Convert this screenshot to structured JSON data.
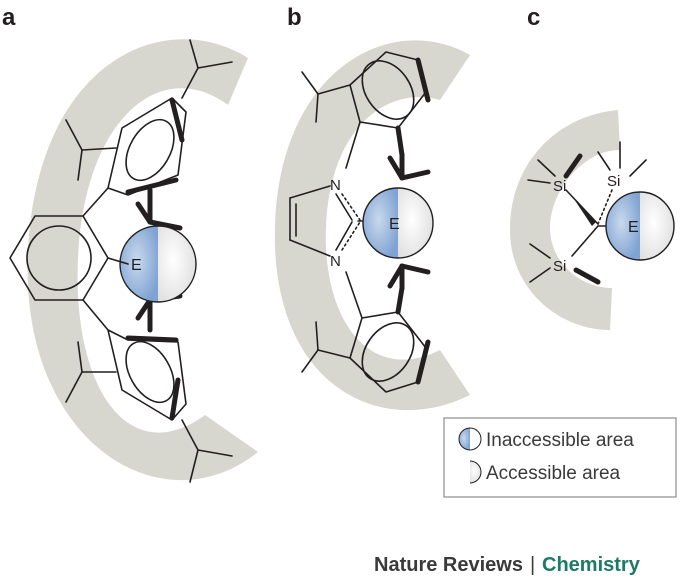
{
  "panels": {
    "a": {
      "letter": "a",
      "element_label": "E"
    },
    "b": {
      "element_label": "E",
      "nitrogen_top": "N",
      "nitrogen_bottom": "N",
      "letter": "b"
    },
    "c": {
      "letter": "c",
      "element_label": "E",
      "silicon_1": "Si",
      "silicon_2": "Si",
      "silicon_3": "Si"
    }
  },
  "legend": {
    "inaccessible_label": "Inaccessible area",
    "accessible_label": "Accessible area"
  },
  "credit": {
    "journal": "Nature Reviews",
    "separator": "|",
    "section": "Chemistry"
  },
  "colors": {
    "shield": "#d7d6cf",
    "inaccessible": "#8fb0d8",
    "accessible": "#eeeeee",
    "section_green": "#1d7a66",
    "ink": "#231f20"
  }
}
